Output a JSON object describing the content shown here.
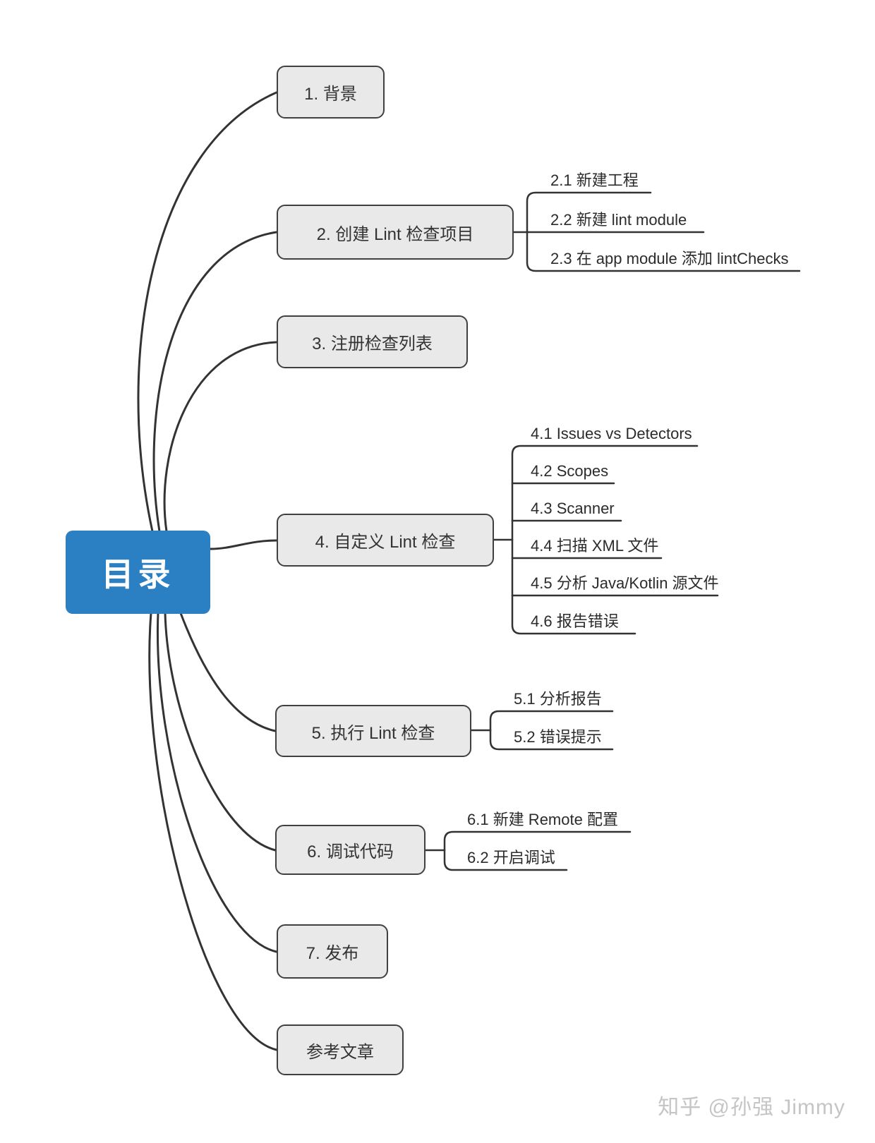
{
  "root_label": "目录",
  "branches": [
    {
      "label": "1. 背景",
      "children": []
    },
    {
      "label": "2. 创建 Lint 检查项目",
      "children": [
        "2.1 新建工程",
        "2.2 新建 lint module",
        "2.3 在 app module 添加 lintChecks"
      ]
    },
    {
      "label": "3. 注册检查列表",
      "children": []
    },
    {
      "label": "4. 自定义 Lint 检查",
      "children": [
        "4.1 Issues vs Detectors",
        "4.2 Scopes",
        "4.3 Scanner",
        "4.4 扫描 XML 文件",
        "4.5 分析 Java/Kotlin 源文件",
        "4.6 报告错误"
      ]
    },
    {
      "label": "5. 执行 Lint 检查",
      "children": [
        "5.1 分析报告",
        "5.2 错误提示"
      ]
    },
    {
      "label": "6. 调试代码",
      "children": [
        "6.1 新建 Remote 配置",
        "6.2 开启调试"
      ]
    },
    {
      "label": "7. 发布",
      "children": []
    },
    {
      "label": "参考文章",
      "children": []
    }
  ],
  "watermark": "知乎 @孙强 Jimmy",
  "colors": {
    "root_bg": "#2b80c3",
    "root_text": "#ffffff",
    "branch_bg": "#e9e9e9",
    "branch_border": "#404040",
    "connector": "#333333",
    "watermark_text": "#c5c5c5",
    "background": "#ffffff"
  }
}
